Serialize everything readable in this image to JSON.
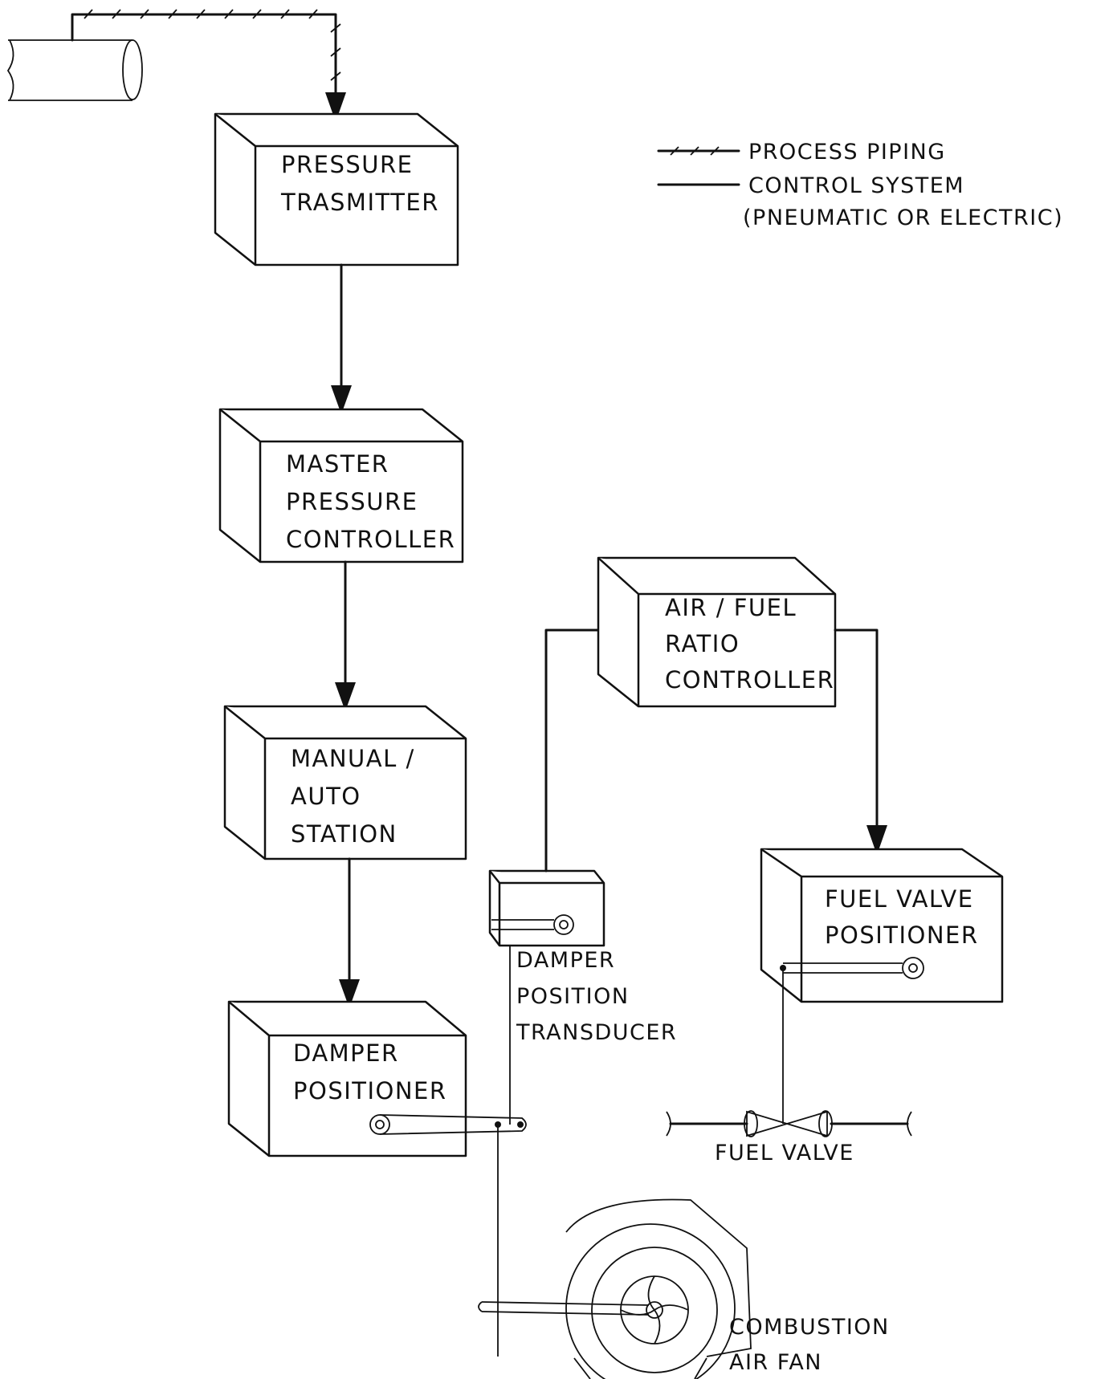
{
  "legend": {
    "process_piping": "PROCESS PIPING",
    "control_system_1": "CONTROL SYSTEM",
    "control_system_2": "(PNEUMATIC OR ELECTRIC)"
  },
  "blocks": {
    "pressure_transmitter": [
      "PRESSURE",
      "TRASMITTER"
    ],
    "master_pressure_controller": [
      "MASTER",
      "PRESSURE",
      "CONTROLLER"
    ],
    "manual_auto_station": [
      "MANUAL /",
      "AUTO",
      "STATION"
    ],
    "damper_positioner": [
      "DAMPER",
      "POSITIONER"
    ],
    "air_fuel_ratio_controller": [
      "AIR / FUEL",
      "RATIO",
      "CONTROLLER"
    ],
    "fuel_valve_positioner": [
      "FUEL VALVE",
      "POSITIONER"
    ]
  },
  "labels": {
    "damper_position_transducer": [
      "DAMPER",
      "POSITION",
      "TRANSDUCER"
    ],
    "fuel_valve": "FUEL VALVE",
    "combustion_air_fan": [
      "COMBUSTION",
      "AIR FAN"
    ]
  }
}
